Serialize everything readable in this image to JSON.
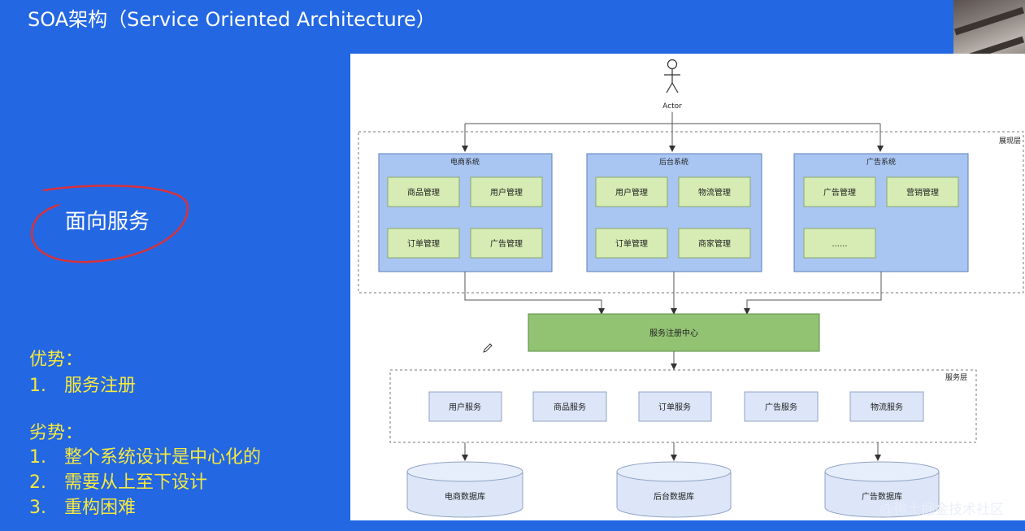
{
  "slide": {
    "title": "SOA架构（Service Oriented Architecture）",
    "focus_text": "面向服务",
    "advantages": {
      "heading": "优势：",
      "items": [
        {
          "num": "1.",
          "text": "服务注册"
        }
      ]
    },
    "disadvantages": {
      "heading": "劣势：",
      "items": [
        {
          "num": "1.",
          "text": "整个系统设计是中心化的"
        },
        {
          "num": "2.",
          "text": "需要从上至下设计"
        },
        {
          "num": "3.",
          "text": "重构困难"
        }
      ]
    }
  },
  "diagram": {
    "actor_label": "Actor",
    "presentation_layer_label": "展现层",
    "systems": [
      {
        "title": "电商系统",
        "modules": [
          "商品管理",
          "用户管理",
          "订单管理",
          "广告管理"
        ]
      },
      {
        "title": "后台系统",
        "modules": [
          "用户管理",
          "物流管理",
          "订单管理",
          "商家管理"
        ]
      },
      {
        "title": "广告系统",
        "modules": [
          "广告管理",
          "营销管理",
          "......"
        ]
      }
    ],
    "registry_label": "服务注册中心",
    "service_layer_label": "服务层",
    "services": [
      "用户服务",
      "商品服务",
      "订单服务",
      "广告服务",
      "物流服务"
    ],
    "databases": [
      "电商数据库",
      "后台数据库",
      "广告数据库"
    ]
  },
  "watermark": "@稀土掘金技术社区",
  "colors": {
    "background": "#2367e3",
    "accent_yellow": "#f6e93f",
    "system_fill": "#a9c6f2",
    "module_fill": "#d6ecb4",
    "registry_fill": "#92c373",
    "service_fill": "#dce6f8",
    "circle_stroke": "#d9323b"
  }
}
